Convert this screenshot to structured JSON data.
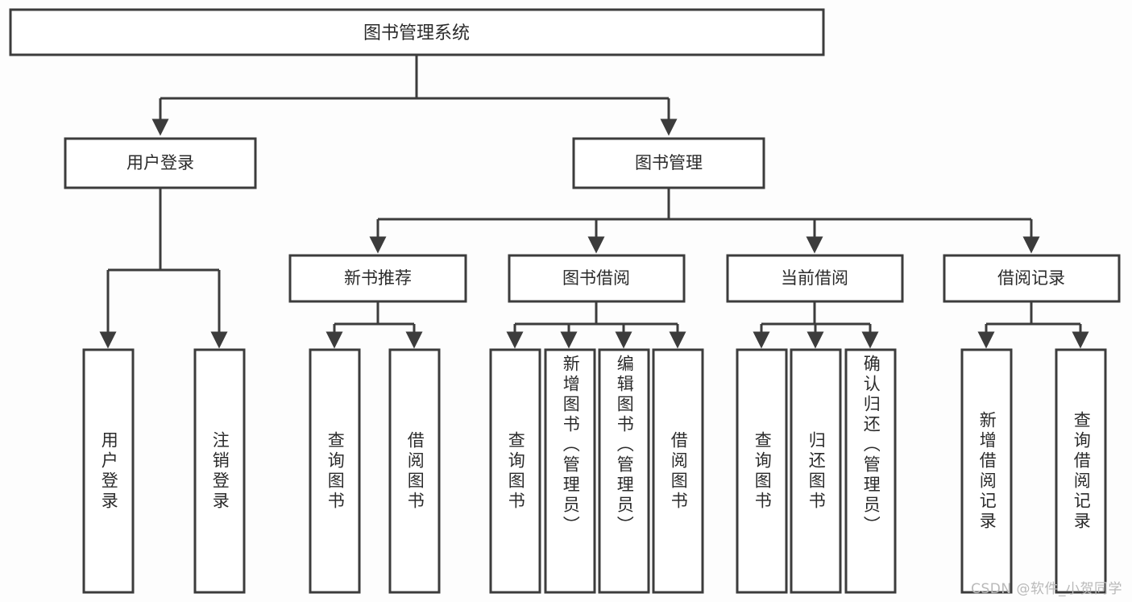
{
  "diagram": {
    "type": "hierarchy-tree",
    "title": "图书管理系统",
    "orientation": "top-down",
    "colors": {
      "background": "#fdfdfd",
      "box_fill": "#ffffff",
      "line": "#3c3c3c",
      "text": "#2b2b2b",
      "watermark": "#b9b9b9"
    }
  },
  "root": {
    "label": "图书管理系统"
  },
  "level2": [
    {
      "label": "用户登录"
    },
    {
      "label": "图书管理"
    }
  ],
  "level3": [
    {
      "label": "新书推荐"
    },
    {
      "label": "图书借阅"
    },
    {
      "label": "当前借阅"
    },
    {
      "label": "借阅记录"
    }
  ],
  "leaves": {
    "user_login": [
      {
        "label": "用户登录"
      },
      {
        "label": "注销登录"
      }
    ],
    "new_book_recommend": [
      {
        "label": "查询图书"
      },
      {
        "label": "借阅图书"
      }
    ],
    "book_borrow": [
      {
        "label": "查询图书"
      },
      {
        "label": "新增图书（管理员）"
      },
      {
        "label": "编辑图书（管理员）"
      },
      {
        "label": "借阅图书"
      }
    ],
    "current_borrow": [
      {
        "label": "查询图书"
      },
      {
        "label": "归还图书"
      },
      {
        "label": "确认归还（管理员）"
      }
    ],
    "borrow_record": [
      {
        "label": "新增借阅记录"
      },
      {
        "label": "查询借阅记录"
      }
    ]
  },
  "watermark": {
    "text": "CSDN @软件_小贺同学"
  }
}
